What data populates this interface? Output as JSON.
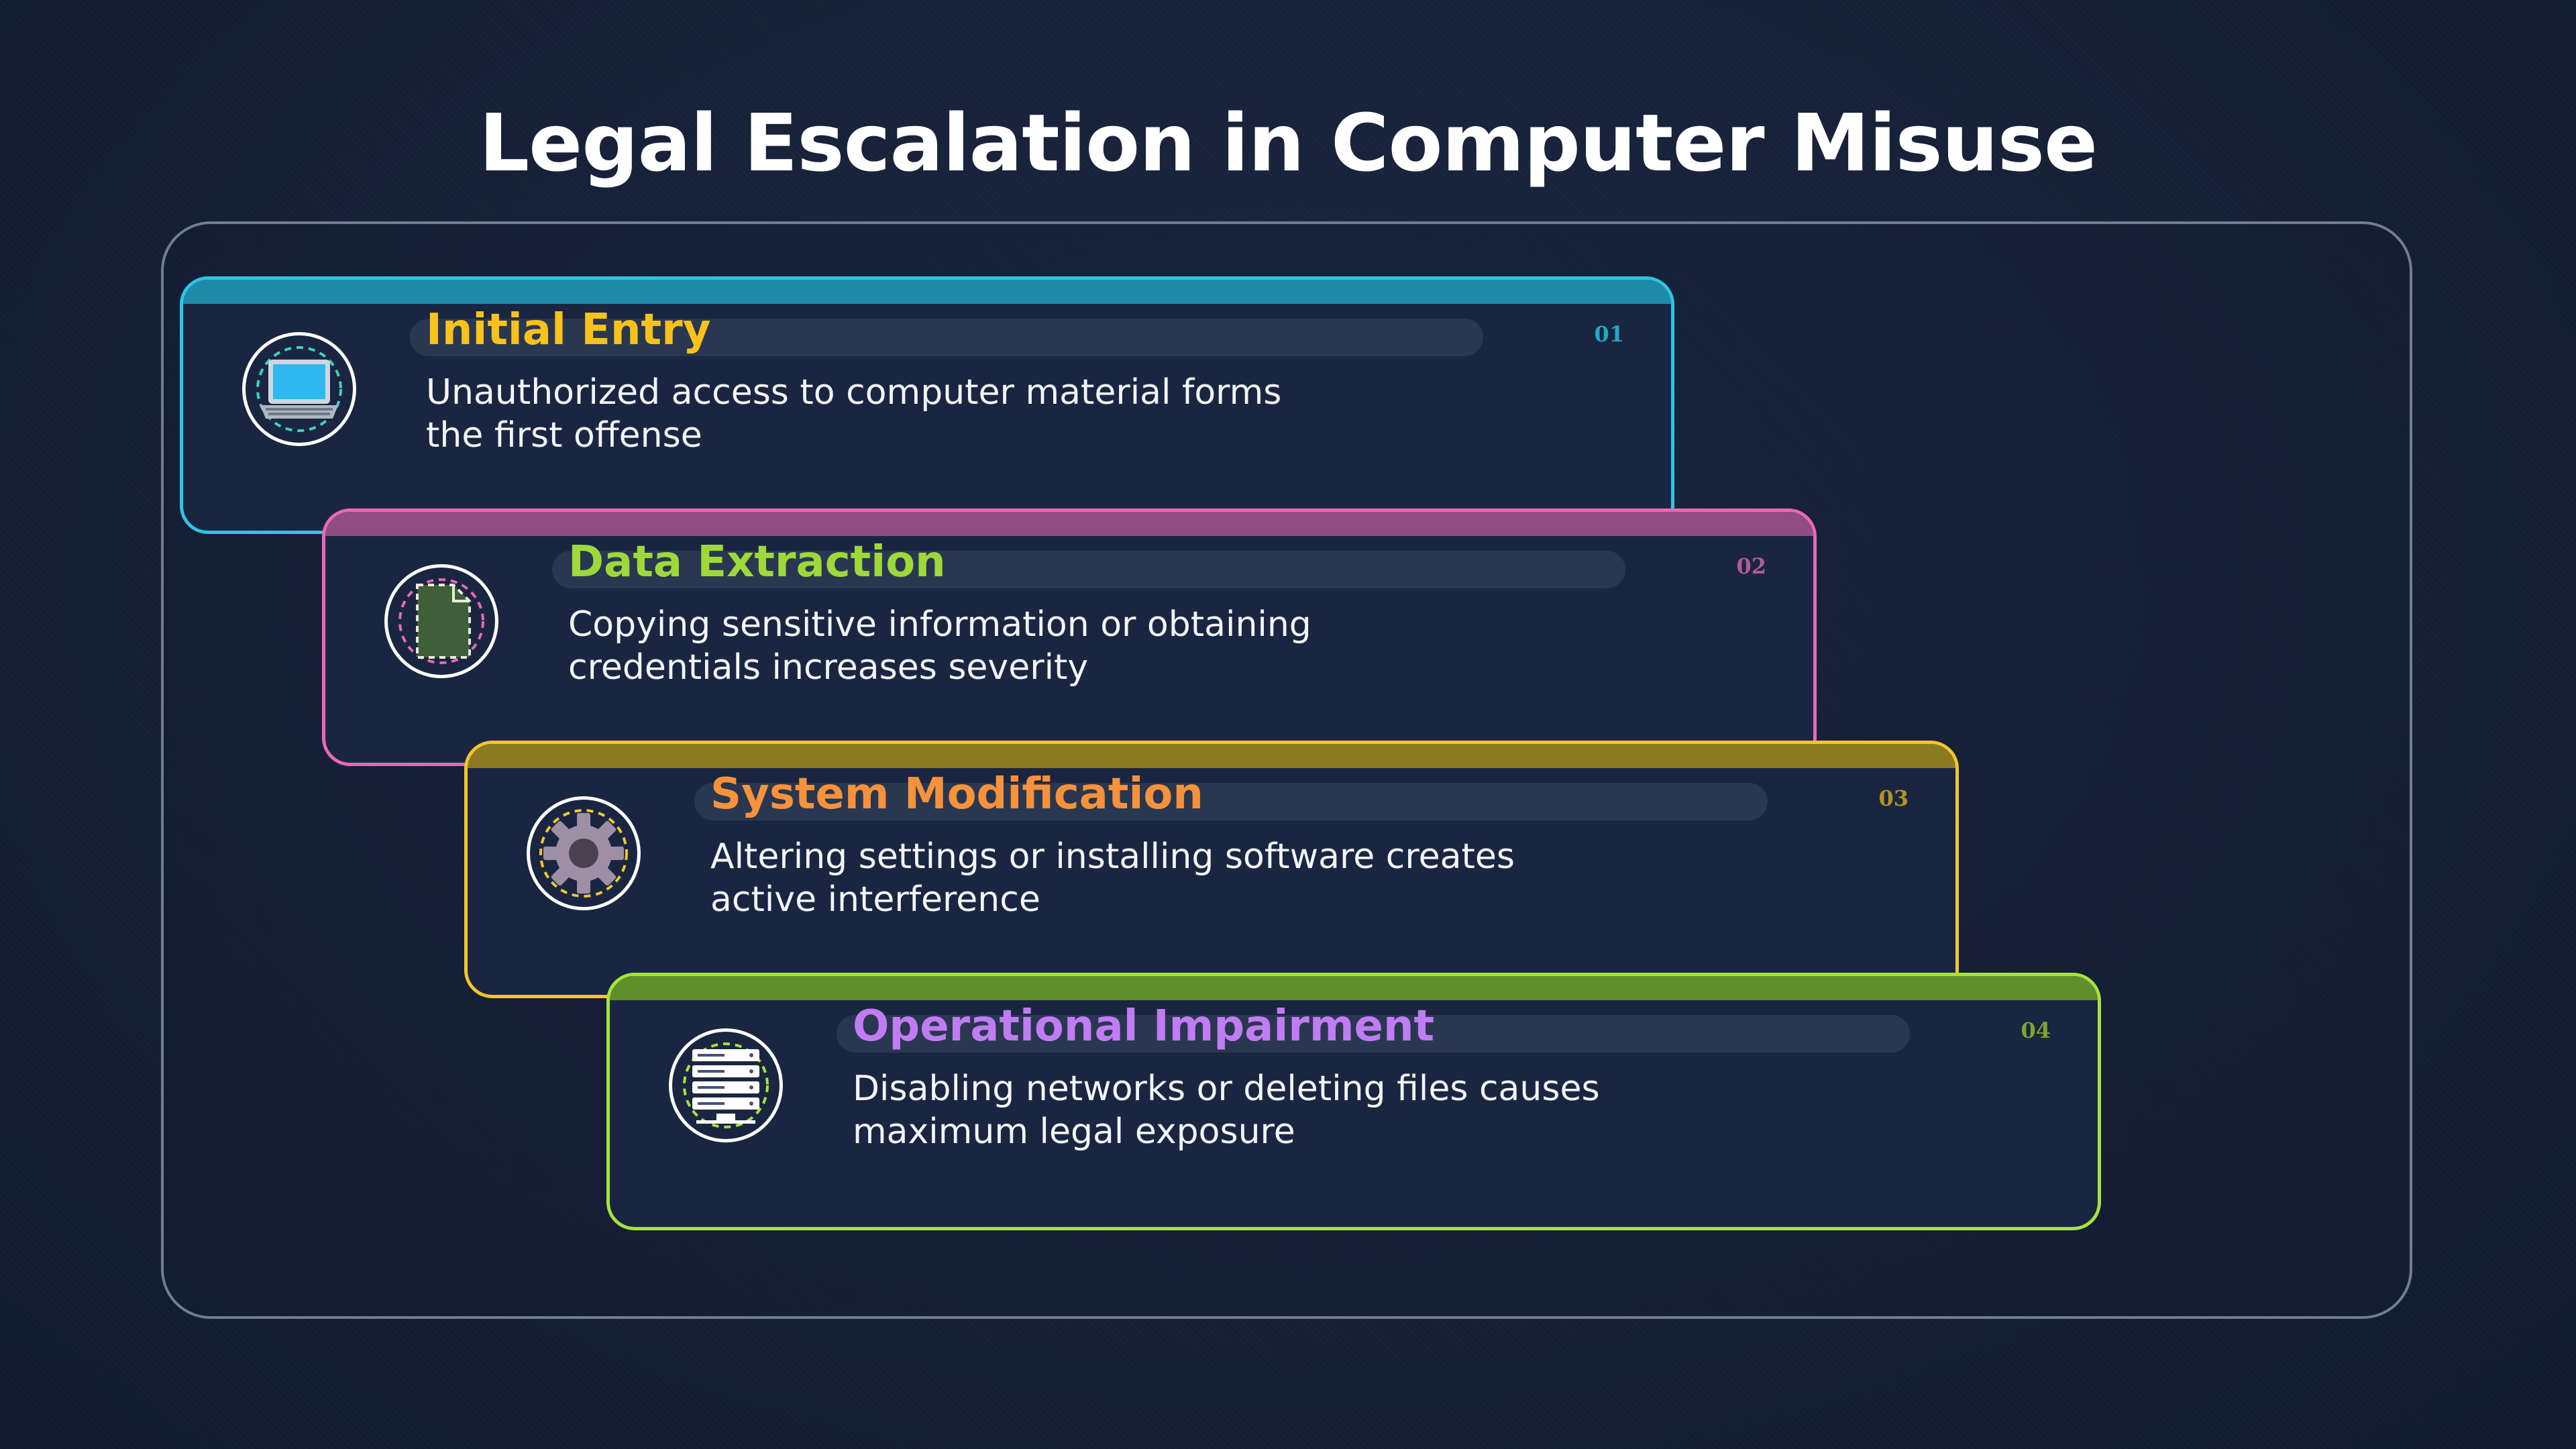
{
  "title": "Legal Escalation in Computer Misuse",
  "steps": [
    {
      "number": "01",
      "heading": "Initial Entry",
      "description": "Unauthorized access to computer material forms the first offense",
      "icon": "laptop-icon",
      "border_color": "#2ec4e6",
      "bar_color": "#1f8aa8",
      "heading_color": "#f7c21b",
      "number_color": "#23a6c4"
    },
    {
      "number": "02",
      "heading": "Data Extraction",
      "description": "Copying sensitive information or obtaining credentials increases severity",
      "icon": "document-icon",
      "border_color": "#e868b8",
      "bar_color": "#8f4d83",
      "heading_color": "#9ed93a",
      "number_color": "#b05b96"
    },
    {
      "number": "03",
      "heading": "System Modification",
      "description": "Altering settings or installing software creates active interference",
      "icon": "gear-icon",
      "border_color": "#f2c62d",
      "bar_color": "#8c7a21",
      "heading_color": "#f5923b",
      "number_color": "#b39424"
    },
    {
      "number": "04",
      "heading": "Operational Impairment",
      "description": "Disabling networks or deleting files causes maximum legal exposure",
      "icon": "server-icon",
      "border_color": "#a6e43c",
      "bar_color": "#5f8e2b",
      "heading_color": "#c07cf3",
      "number_color": "#7da433"
    }
  ]
}
